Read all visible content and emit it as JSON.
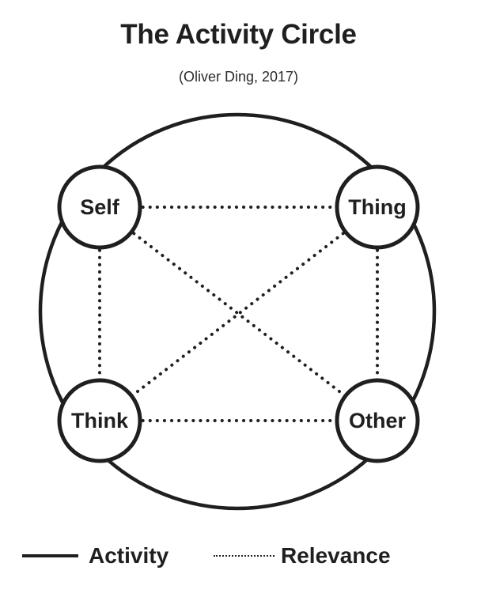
{
  "title": "The Activity Circle",
  "subtitle": "(Oliver Ding, 2017)",
  "diagram": {
    "type": "concept-diagram",
    "line_color": "#1f1f1f",
    "background": "#ffffff",
    "outer_circle": {
      "represents": "Activity",
      "stroke": "solid"
    },
    "nodes": [
      {
        "id": "self",
        "label": "Self"
      },
      {
        "id": "thing",
        "label": "Thing"
      },
      {
        "id": "think",
        "label": "Think"
      },
      {
        "id": "other",
        "label": "Other"
      }
    ],
    "relevance_links": [
      {
        "from": "self",
        "to": "thing",
        "stroke": "dotted"
      },
      {
        "from": "think",
        "to": "other",
        "stroke": "dotted"
      },
      {
        "from": "self",
        "to": "think",
        "stroke": "dotted"
      },
      {
        "from": "thing",
        "to": "other",
        "stroke": "dotted"
      },
      {
        "from": "self",
        "to": "other",
        "stroke": "dotted"
      },
      {
        "from": "thing",
        "to": "think",
        "stroke": "dotted"
      }
    ]
  },
  "legend": {
    "items": [
      {
        "swatch": "solid-line",
        "label": "Activity"
      },
      {
        "swatch": "dotted-line",
        "label": "Relevance"
      }
    ]
  }
}
